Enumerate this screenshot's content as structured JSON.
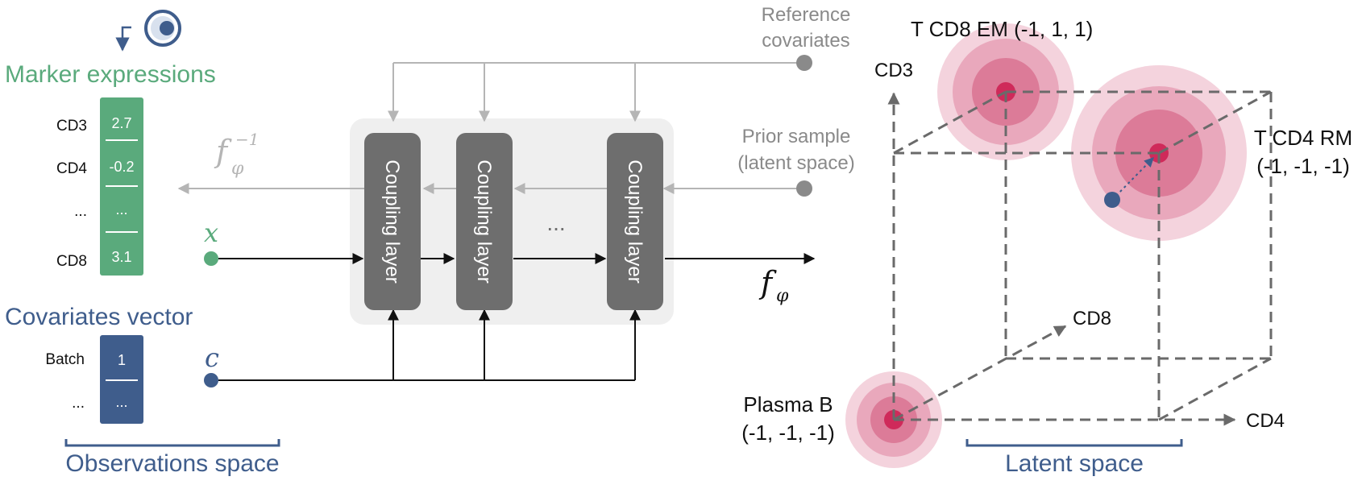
{
  "left": {
    "marker_title": "Marker expressions",
    "marker_rows": [
      {
        "label": "CD3",
        "value": "2.7"
      },
      {
        "label": "CD4",
        "value": "-0.2"
      },
      {
        "label": "...",
        "value": "..."
      },
      {
        "label": "CD8",
        "value": "3.1"
      }
    ],
    "covariates_title": "Covariates vector",
    "covariate_rows": [
      {
        "label": "Batch",
        "value": "1"
      },
      {
        "label": "...",
        "value": "..."
      }
    ],
    "observations_label": "Observations space"
  },
  "flow": {
    "inverse_label": "f",
    "inverse_sub": "φ",
    "inverse_sup": "−1",
    "forward_label": "f",
    "forward_sub": "φ",
    "x_label": "x",
    "c_label": "c",
    "reference_line1": "Reference",
    "reference_line2": "covariates",
    "prior_line1": "Prior sample",
    "prior_line2": "(latent space)",
    "coupling_label": "Coupling layer",
    "ellipsis": "..."
  },
  "latent": {
    "axis_cd3": "CD3",
    "axis_cd8": "CD8",
    "axis_cd4": "CD4",
    "cd8em_label": "T CD8 EM (-1, 1, 1)",
    "cd4rm_line1": "T CD4 RM",
    "cd4rm_line2": "(-1, -1, -1)",
    "plasma_line1": "Plasma B",
    "plasma_line2": "(-1, -1, -1)",
    "latent_label": "Latent space"
  },
  "colors": {
    "green": "#5aaa7c",
    "blue": "#3f5d8c",
    "gray_box": "#6e6e6e",
    "light_gray": "#b5b5b5",
    "panel": "#efefef",
    "pink_dot": "#cf2a5a",
    "dash": "#6a6a6a"
  }
}
